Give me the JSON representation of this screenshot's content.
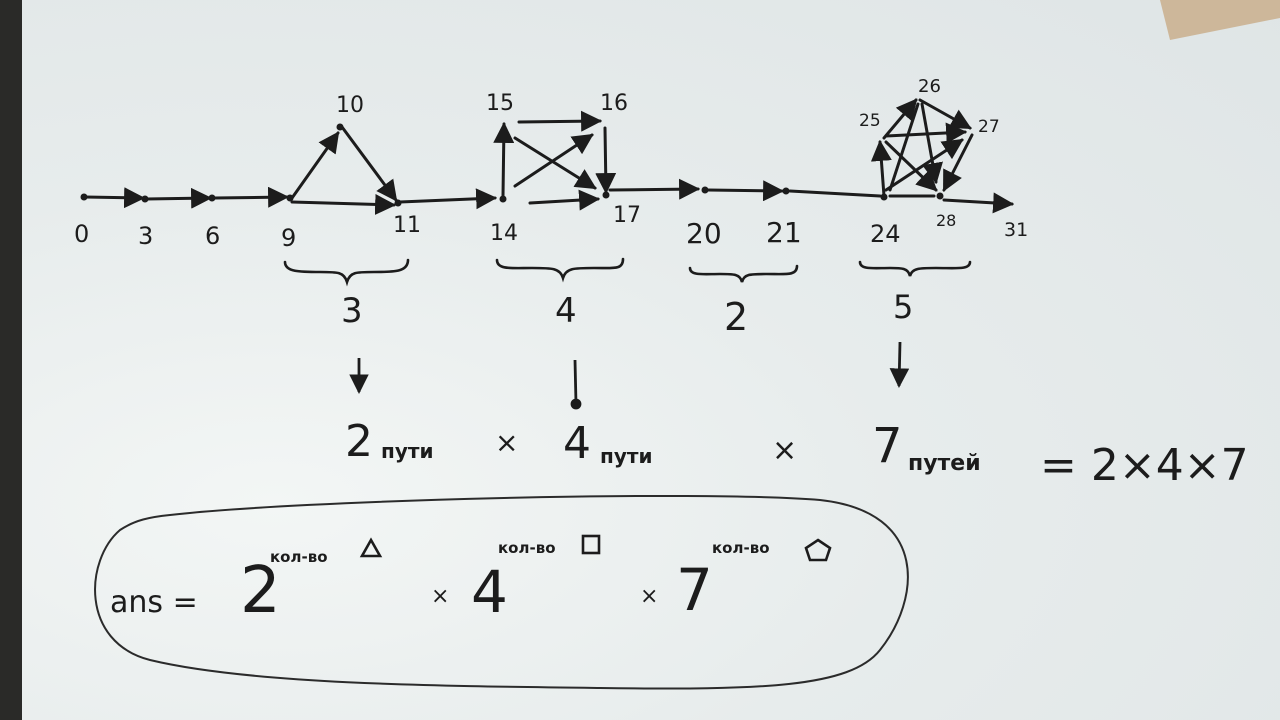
{
  "whiteboard": {
    "node_labels": {
      "n0": "0",
      "n3": "3",
      "n6": "6",
      "n9": "9",
      "n10": "10",
      "n11": "11",
      "n14": "14",
      "n15": "15",
      "n16": "16",
      "n17": "17",
      "n20": "20",
      "n21": "21",
      "n24": "24",
      "n25": "25",
      "n26": "26",
      "n27": "27",
      "n28": "28",
      "n31": "31"
    },
    "groups": [
      {
        "count": "3"
      },
      {
        "count": "4"
      },
      {
        "count": "2"
      },
      {
        "count": "5"
      }
    ],
    "paths": {
      "p1": "2",
      "p1_word": "пути",
      "p2": "4",
      "p2_word": "пути",
      "p3": "7",
      "p3_word": "путей",
      "times": "×",
      "equals_expr": "= 2×4×7"
    },
    "answer": {
      "prefix": "ans =",
      "base1": "2",
      "exp1": "кол-во",
      "times": "×",
      "base2": "4",
      "exp2": "кол-во",
      "base3": "7",
      "exp3": "кол-во",
      "exp1_shape": "triangle-icon",
      "exp2_shape": "square-icon",
      "exp3_shape": "pentagon-icon"
    },
    "ink_color": "#1c1c1c"
  }
}
